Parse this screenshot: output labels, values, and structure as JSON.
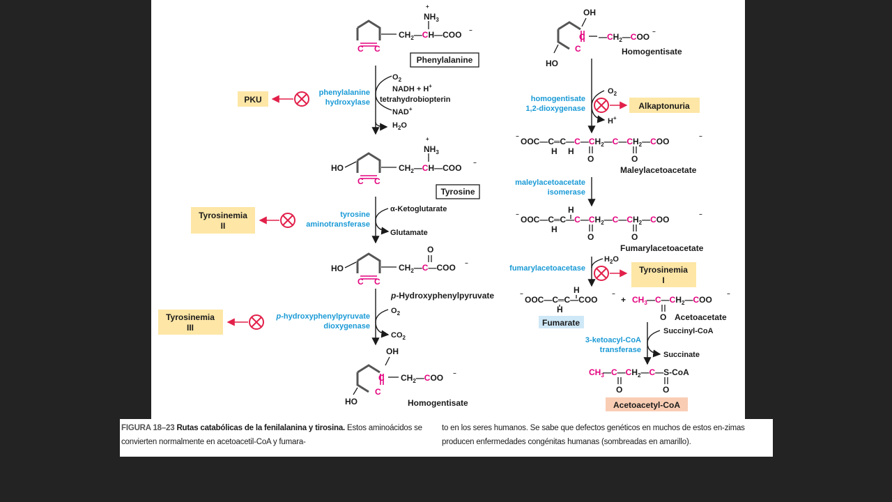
{
  "compounds": {
    "phenylalanine": "Phenylalanine",
    "tyrosine": "Tyrosine",
    "hpp": "p-Hydroxyphenylpyruvate",
    "homogentisate_left": "Homogentisate",
    "homogentisate_right": "Homogentisate",
    "maleylacetoacetate": "Maleylacetoacetate",
    "fumarylacetoacetate": "Fumarylacetoacetate",
    "fumarate": "Fumarate",
    "acetoacetate": "Acetoacetate",
    "acetoacetyl_coa": "Acetoacetyl-CoA"
  },
  "enzymes": {
    "phe_hydroxylase": [
      "phenylalanine",
      "hydroxylase"
    ],
    "tyr_aminotransferase": [
      "tyrosine",
      "aminotransferase"
    ],
    "hpp_dioxygenase": [
      "p-hydroxyphenylpyruvate",
      "dioxygenase"
    ],
    "hg_dioxygenase": [
      "homogentisate",
      "1,2-dioxygenase"
    ],
    "maa_isomerase": [
      "maleylacetoacetate",
      "isomerase"
    ],
    "faa_hydrolase": "fumarylacetoacetase",
    "ketoacyl_transferase": [
      "3-ketoacyl-CoA",
      "transferase"
    ]
  },
  "cofactors": {
    "o2": "O",
    "nadh": "NADH",
    "h_plus": "+ H",
    "bh4": "tetrahydrobiopterin",
    "nad": "NAD",
    "h2o": "H",
    "akg": "α-Ketoglutarate",
    "glutamate": "Glutamate",
    "co2": "CO",
    "hplus_right": "H",
    "succinyl_coa": "Succinyl-CoA",
    "succinate": "Succinate"
  },
  "diseases": {
    "pku": "PKU",
    "tyrosinemia_2": [
      "Tyrosinemia",
      "II"
    ],
    "tyrosinemia_3": [
      "Tyrosinemia",
      "III"
    ],
    "alkaptonuria": "Alkaptonuria",
    "tyrosinemia_1": [
      "Tyrosinemia",
      "I"
    ]
  },
  "colors": {
    "enzyme": "#1a9ad6",
    "highlight_carbon": "#e3007e",
    "disease_box": "#fde6a6",
    "fumarate_box": "#cfe8f7",
    "acetoacetyl_box": "#f9cdb4",
    "block_symbol": "#e2204a"
  },
  "caption": {
    "figure_label": "FIGURA 18–23",
    "title": "Rutas catabólicas de la fenilalanina y tirosina.",
    "left_text": "Estos aminoácidos se convierten normalmente en acetoacetil-CoA y fumara-",
    "right_text": "to en los seres humanos. Se sabe que defectos genéticos en muchos de estos en-zimas producen enfermedades congénitas humanas (sombreadas en amarillo)."
  }
}
